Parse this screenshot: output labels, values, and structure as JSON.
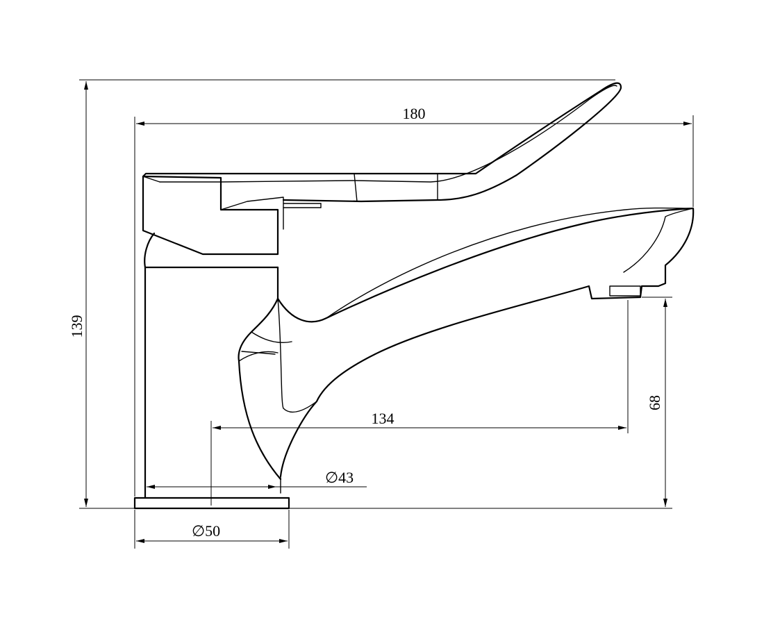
{
  "drawing": {
    "dimensions": {
      "total_length": "180",
      "total_height": "139",
      "spout_reach": "134",
      "spout_height": "68",
      "body_diameter": "43",
      "base_diameter": "50",
      "diameter_symbol": "∅"
    }
  }
}
